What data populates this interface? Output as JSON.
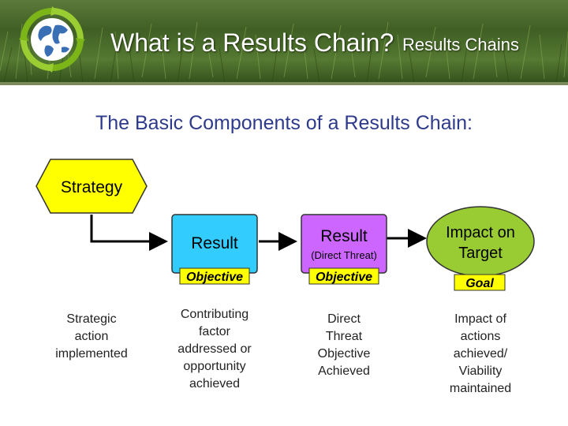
{
  "header": {
    "title": "What is a Results Chain?",
    "overlay_label": "Results Chains"
  },
  "subtitle": "The Basic Components of a Results Chain:",
  "diagram": {
    "strategy": {
      "label": "Strategy",
      "fill": "#ffff00"
    },
    "result": {
      "label": "Result",
      "tag": "Objective",
      "fill": "#33ccff"
    },
    "threat_result": {
      "label": "Result",
      "sublabel": "(Direct Threat)",
      "tag": "Objective",
      "fill": "#cc66ff"
    },
    "impact": {
      "label_line1": "Impact on",
      "label_line2": "Target",
      "tag": "Goal",
      "fill": "#99cc33"
    },
    "tag_fill": "#ffff00",
    "arrow_color": "#000000"
  },
  "descriptions": [
    [
      "Strategic",
      "action",
      "implemented"
    ],
    [
      "Contributing",
      "factor",
      "addressed or",
      "opportunity",
      "achieved"
    ],
    [
      "Direct",
      "Threat",
      "Objective",
      "Achieved"
    ],
    [
      "Impact of",
      "actions",
      "achieved/",
      "Viability",
      "maintained"
    ]
  ]
}
